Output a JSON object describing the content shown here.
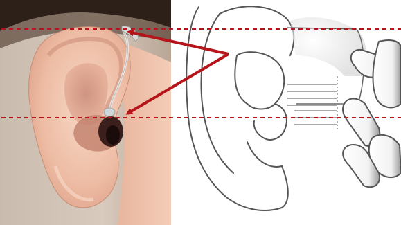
{
  "figure": {
    "left_panel": {
      "kind": "photo",
      "subject": "ear-with-behind-the-ear-hearing-aid"
    },
    "right_panel": {
      "kind": "line-drawing",
      "subject": "ear-with-measuring-fingers"
    },
    "annotations": {
      "guide_line_color": "#b5141a",
      "guide_line_style": "dashed",
      "arrow_color": "#b5141a",
      "guide_lines": [
        "top-of-ear",
        "ear-canal"
      ],
      "arrows": [
        "to-hearing-aid-top",
        "to-ear-tip"
      ]
    },
    "colors": {
      "skin_light": "#f4d0bb",
      "skin_mid": "#e4a990",
      "skin_shadow": "#bb7563",
      "background_photo": "#c6b8ab",
      "hair": "#2d2018",
      "drawing_stroke": "#555555"
    }
  }
}
